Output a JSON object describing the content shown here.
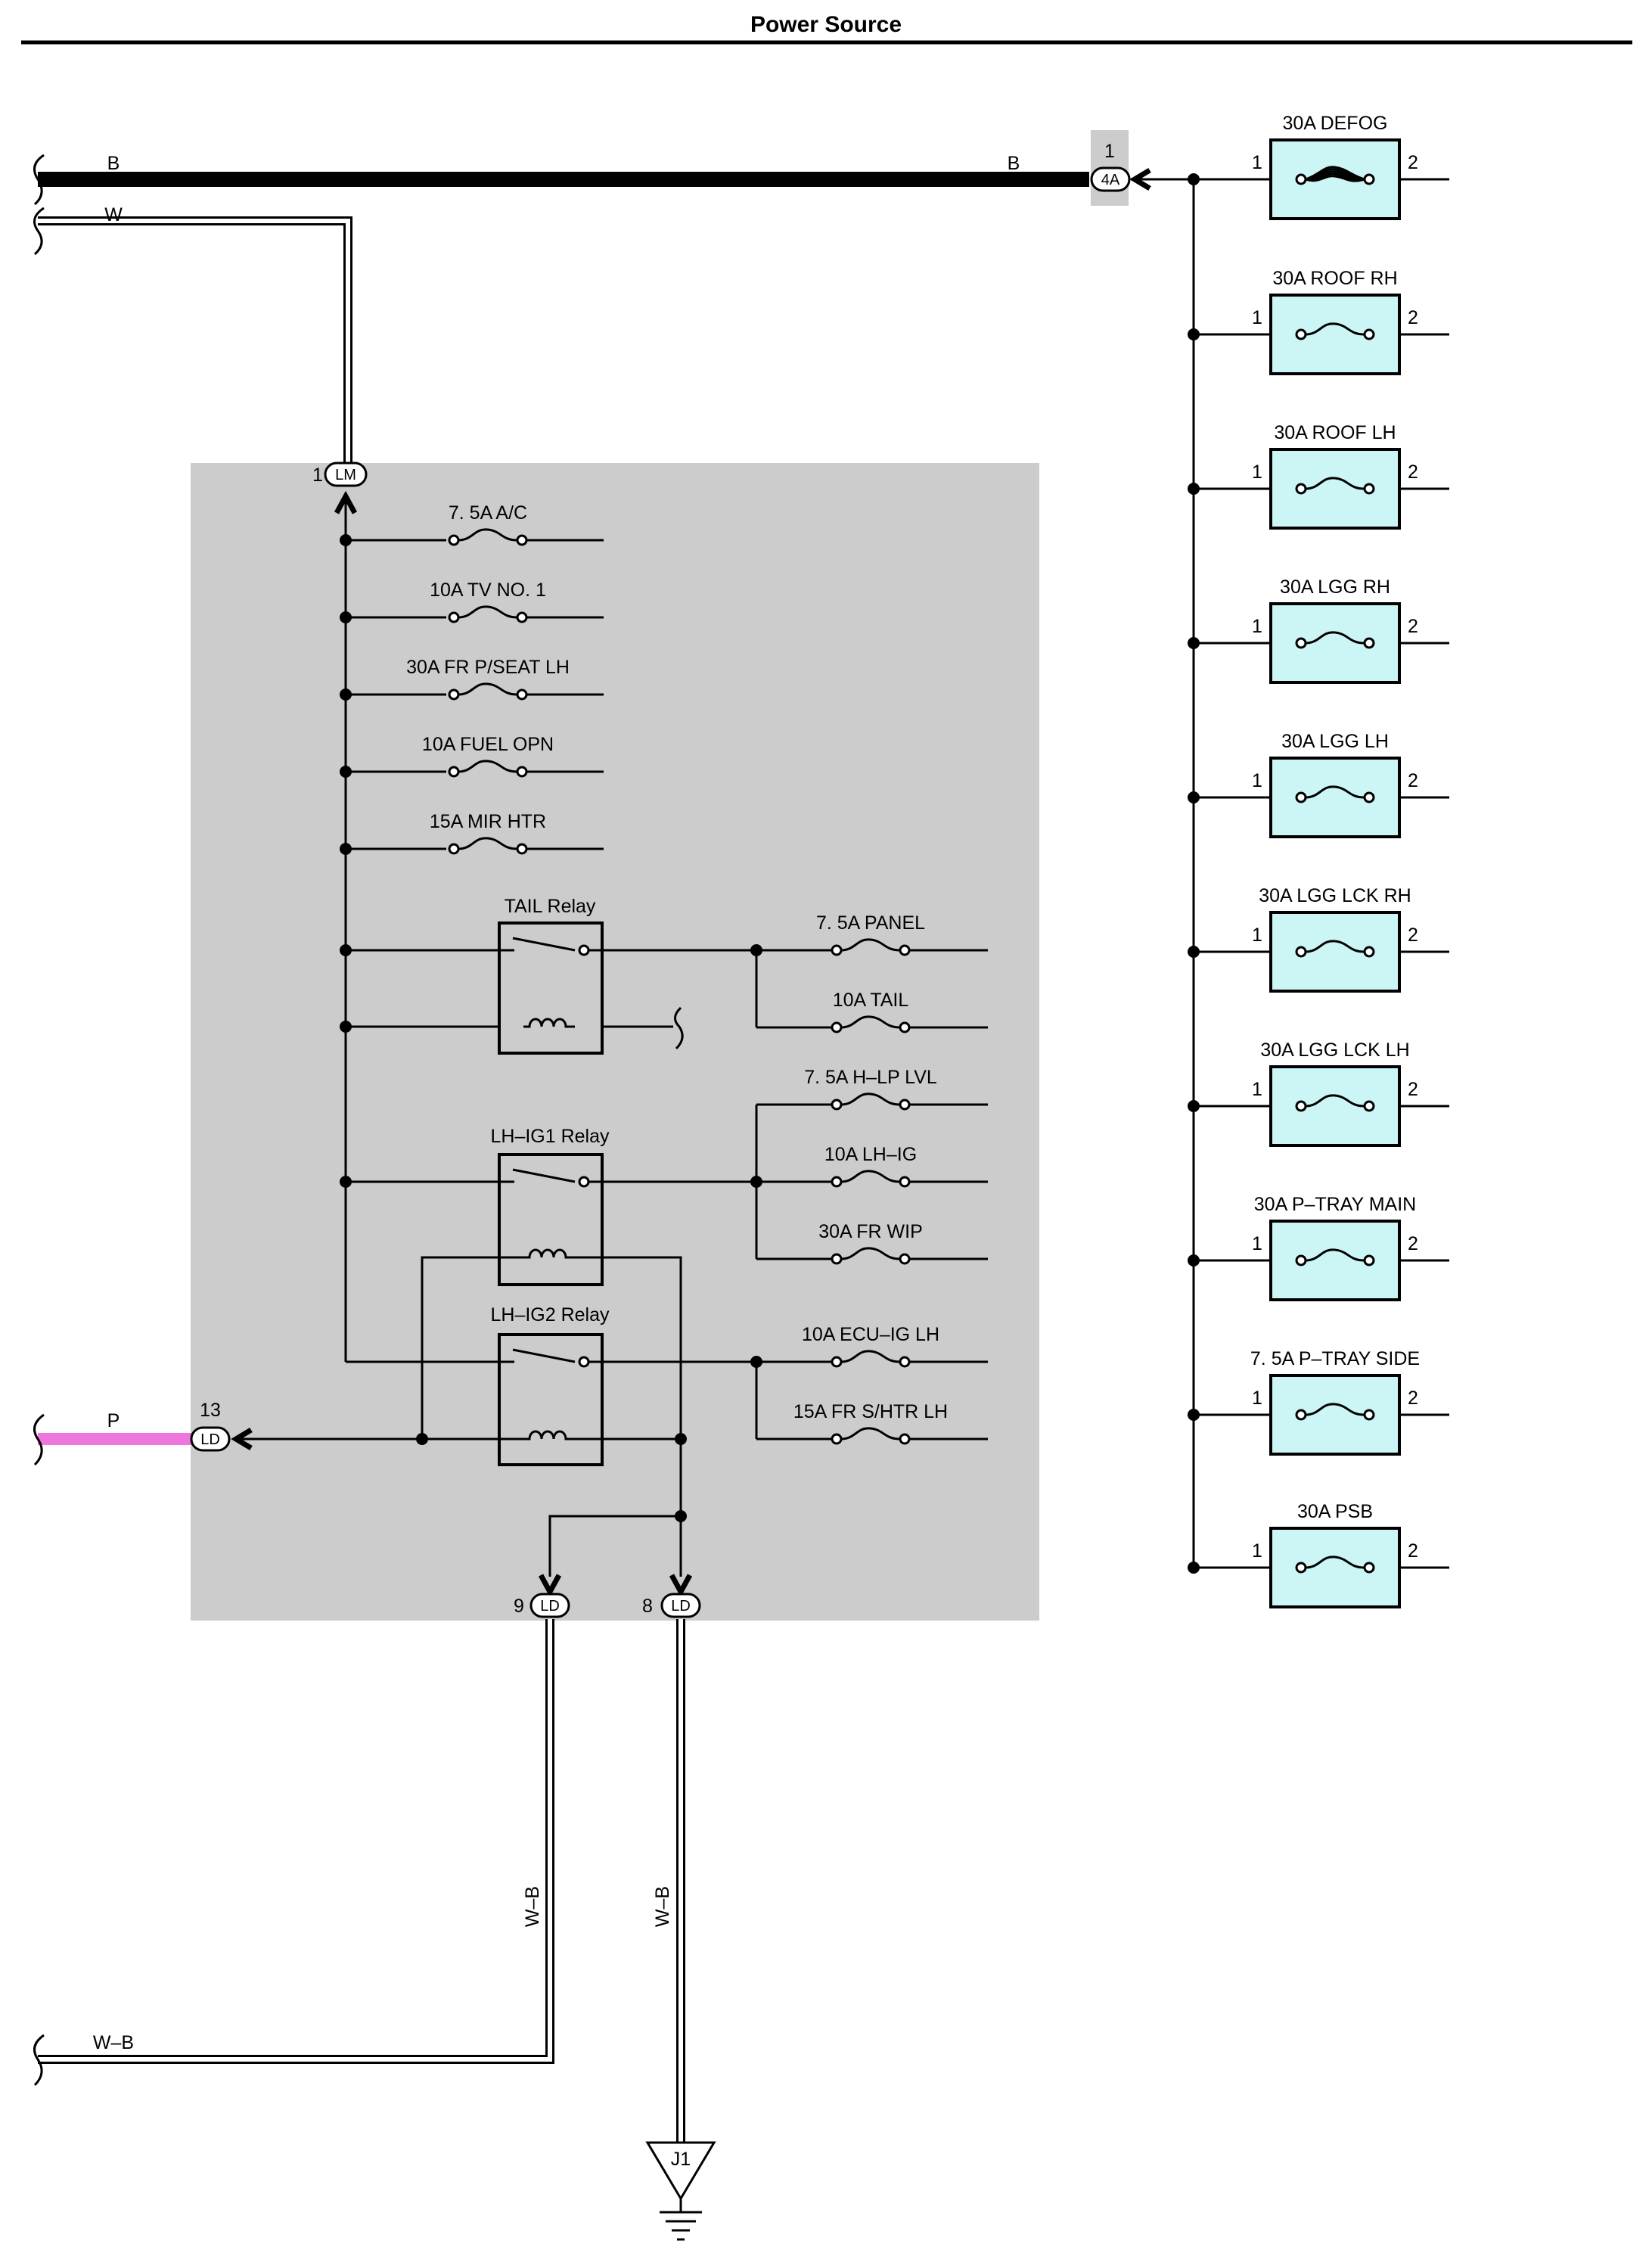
{
  "title": "Power Source",
  "colors": {
    "module_bg": "#cccccc",
    "fuse_box_fill": "#ccf5f5",
    "pink_wire": "#ee77dd",
    "black_wire": "#000000"
  },
  "wires": {
    "b_left": "B",
    "b_right": "B",
    "w": "W",
    "p": "P",
    "wb_left": "W–B",
    "wb_v1": "W–B",
    "wb_v2": "W–B"
  },
  "connectors": {
    "c4a": {
      "pin": "1",
      "code": "4A"
    },
    "lm": {
      "pin": "1",
      "code": "LM"
    },
    "ld13": {
      "pin": "13",
      "code": "LD"
    },
    "ld9": {
      "pin": "9",
      "code": "LD"
    },
    "ld8": {
      "pin": "8",
      "code": "LD"
    },
    "ground": "J1"
  },
  "inner_fuses": [
    "7. 5A A/C",
    "10A TV NO. 1",
    "30A FR P/SEAT LH",
    "10A FUEL OPN",
    "15A MIR HTR"
  ],
  "relays": {
    "tail": "TAIL Relay",
    "ig1": "LH–IG1 Relay",
    "ig2": "LH–IG2 Relay"
  },
  "relay_fuses": {
    "tail": [
      "7. 5A PANEL",
      "10A TAIL"
    ],
    "ig1": [
      "7. 5A H–LP LVL",
      "10A LH–IG",
      "30A FR WIP"
    ],
    "ig2": [
      "10A ECU–IG LH",
      "15A FR S/HTR LH"
    ]
  },
  "right_fuses": [
    {
      "label": "30A DEFOG",
      "pin_in": "1",
      "pin_out": "2"
    },
    {
      "label": "30A ROOF RH",
      "pin_in": "1",
      "pin_out": "2"
    },
    {
      "label": "30A ROOF LH",
      "pin_in": "1",
      "pin_out": "2"
    },
    {
      "label": "30A LGG RH",
      "pin_in": "1",
      "pin_out": "2"
    },
    {
      "label": "30A LGG LH",
      "pin_in": "1",
      "pin_out": "2"
    },
    {
      "label": "30A LGG LCK RH",
      "pin_in": "1",
      "pin_out": "2"
    },
    {
      "label": "30A LGG LCK LH",
      "pin_in": "1",
      "pin_out": "2"
    },
    {
      "label": "30A P–TRAY MAIN",
      "pin_in": "1",
      "pin_out": "2"
    },
    {
      "label": "7. 5A P–TRAY SIDE",
      "pin_in": "1",
      "pin_out": "2"
    },
    {
      "label": "30A PSB",
      "pin_in": "1",
      "pin_out": "2"
    }
  ]
}
